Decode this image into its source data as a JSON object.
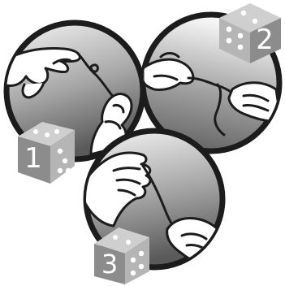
{
  "panels": [
    {
      "step": "1"
    },
    {
      "step": "2"
    },
    {
      "step": "3"
    }
  ],
  "colors": {
    "background": "#ffffff",
    "circle_border": "#1c1c1c",
    "circle_gradient_light": "#f2f2f2",
    "circle_gradient_dark": "#5a5a5a",
    "die_face": "#8c8c8c",
    "die_side": "#b5b5b5",
    "die_top": "#cfcfcf",
    "die_pip": "#ffffff",
    "hand_fill": "#ffffff",
    "line": "#1c1c1c"
  },
  "icons": {
    "panel_1_die": "die-icon",
    "panel_2_die": "die-icon",
    "panel_3_die": "die-icon"
  }
}
